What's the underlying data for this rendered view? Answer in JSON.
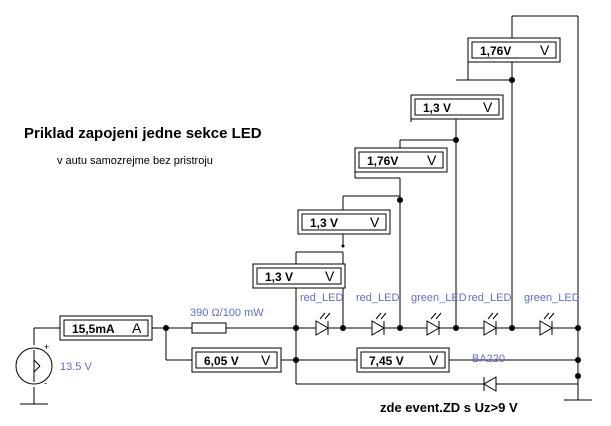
{
  "title": "Priklad zapojeni jedne sekce LED",
  "subtitle": "v autu samozrejme bez pristroju",
  "note": "zde event.ZD s Uz>9 V",
  "source": {
    "voltage": "13.5 V"
  },
  "resistor": {
    "label": "390 Ω/100 mW"
  },
  "diode": {
    "label": "BA220"
  },
  "meters": [
    {
      "id": "current",
      "value": "15,5mA",
      "unit": "A"
    },
    {
      "id": "resistor-voltage",
      "value": "6,05 V",
      "unit": "V"
    },
    {
      "id": "chain-voltage",
      "value": "7,45 V",
      "unit": "V"
    },
    {
      "id": "led1-voltage",
      "value": "1,3 V",
      "unit": "V"
    },
    {
      "id": "led2-voltage",
      "value": "1,3 V",
      "unit": "V"
    },
    {
      "id": "led3-voltage",
      "value": "1,76V",
      "unit": "V"
    },
    {
      "id": "led4-voltage",
      "value": "1,3 V",
      "unit": "V"
    },
    {
      "id": "led5-voltage",
      "value": "1,76V",
      "unit": "V"
    }
  ],
  "leds": [
    {
      "label": "red_LED"
    },
    {
      "label": "red_LED"
    },
    {
      "label": "green_LED"
    },
    {
      "label": "red_LED"
    },
    {
      "label": "green_LED"
    }
  ]
}
